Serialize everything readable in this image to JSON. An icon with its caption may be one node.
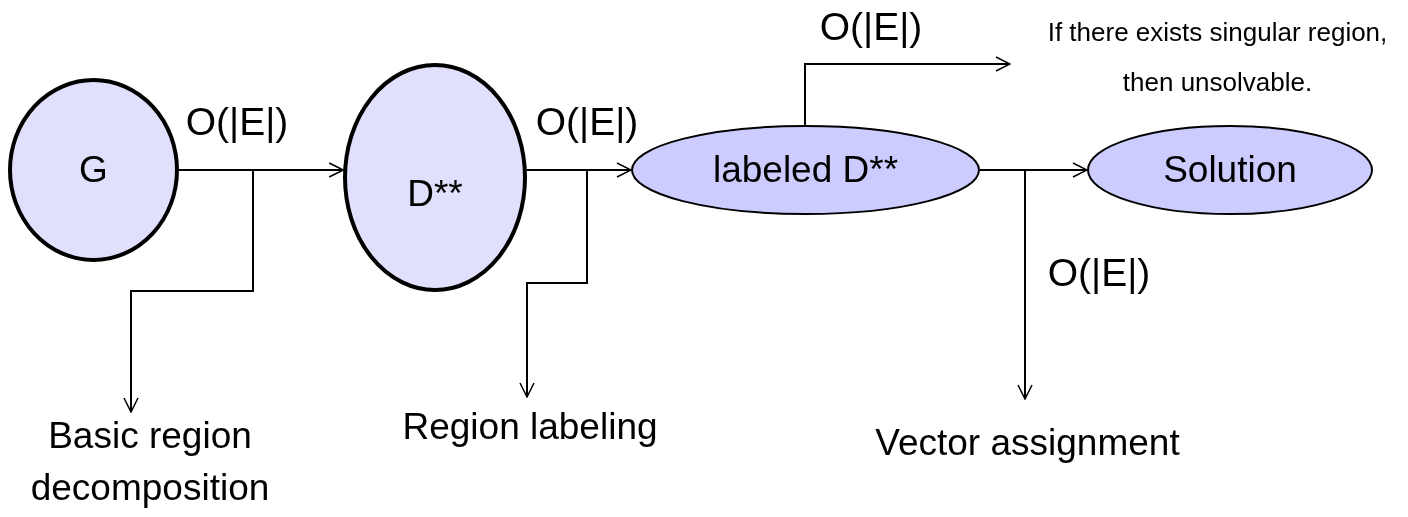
{
  "diagram": {
    "nodes": [
      {
        "text": [
          "G"
        ]
      },
      {
        "text": [
          "D**"
        ]
      },
      {
        "text": [
          "labeled D**"
        ]
      },
      {
        "text": [
          "Solution"
        ]
      },
      {
        "text": [
          "Basic region decomposition"
        ]
      },
      {
        "text": [
          "Region labeling"
        ]
      },
      {
        "text": [
          "Vector assignment"
        ]
      },
      {
        "text": [
          "If there exists singular region, then unsolvable."
        ]
      }
    ],
    "edges": [
      {
        "from": 0,
        "to": 1,
        "arrow": "to",
        "label": "O(|E|)"
      },
      {
        "from": 0,
        "to": 4,
        "arrow": "to"
      },
      {
        "from": 1,
        "to": 2,
        "arrow": "to",
        "label": "O(|E|)"
      },
      {
        "from": 1,
        "to": 5,
        "arrow": "to"
      },
      {
        "from": 2,
        "to": 3,
        "arrow": "to"
      },
      {
        "from": 2,
        "to": 7,
        "arrow": "to",
        "label": "O(|E|)"
      },
      {
        "from": 2,
        "to": 6,
        "arrow": "to",
        "label": "O(|E|)"
      }
    ]
  }
}
